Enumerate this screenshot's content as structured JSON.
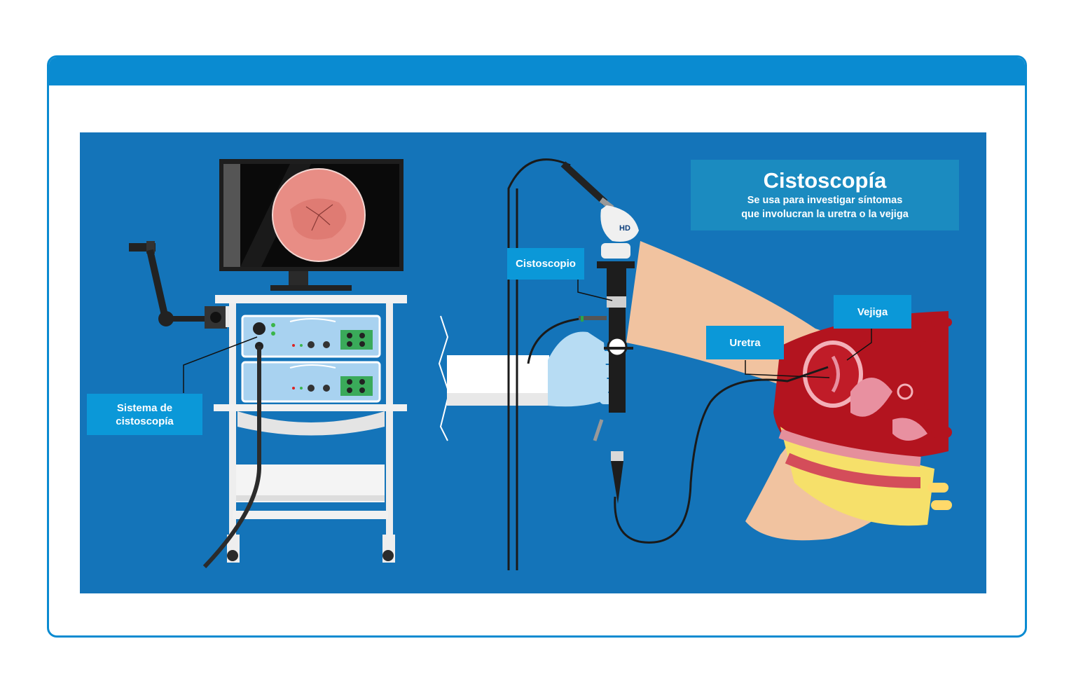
{
  "title": "Cistoscopía",
  "subtitle_line1": "Se usa para investigar síntomas",
  "subtitle_line2": "que involucran la uretra o la vejiga",
  "labels": {
    "system_line1": "Sistema de",
    "system_line2": "cistoscopía",
    "scope": "Cistoscopio",
    "urethra": "Uretra",
    "bladder": "Vejiga"
  },
  "scope_brand": "HD",
  "colors": {
    "frame_blue": "#0a8bd1",
    "panel_blue": "#1474b9",
    "label_blue": "#0b98d8",
    "title_box": "#1b8bc0",
    "skin": "#f1c3a0",
    "tissue_red": "#b3141f"
  }
}
